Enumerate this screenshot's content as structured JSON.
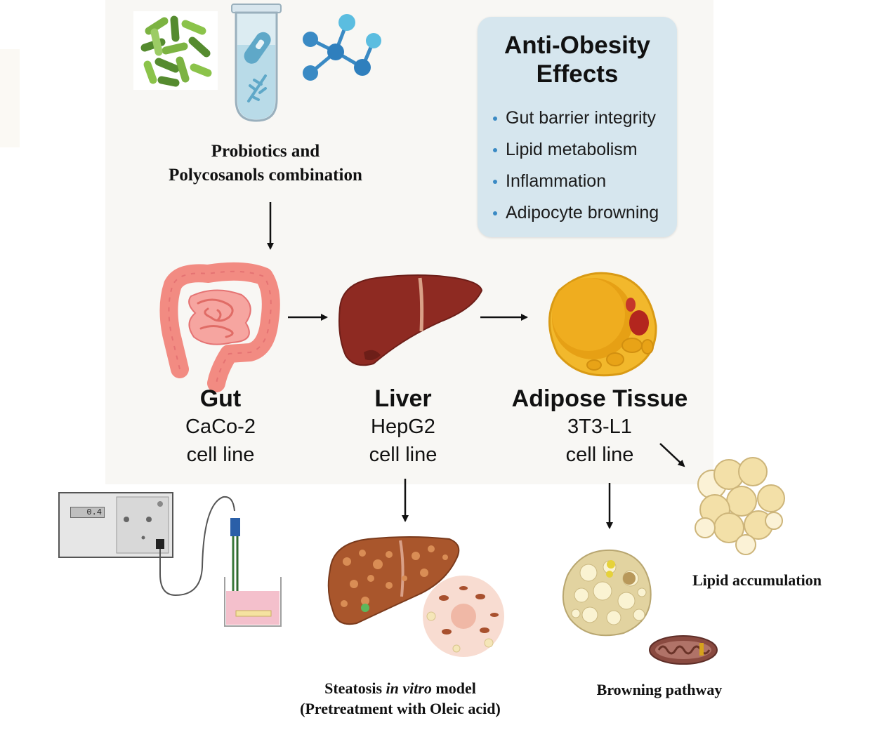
{
  "combination_label": [
    "Probiotics and",
    "Polycosanols combination"
  ],
  "effects": {
    "title": [
      "Anti-Obesity",
      "Effects"
    ],
    "items": [
      "Gut barrier integrity",
      "Lipid metabolism",
      "Inflammation",
      "Adipocyte browning"
    ],
    "bullet_color": "#3a8ac4",
    "box_color": "#d6e6ee"
  },
  "organs": [
    {
      "name": "Gut",
      "cell": "CaCo-2",
      "suffix": "cell line"
    },
    {
      "name": "Liver",
      "cell": "HepG2",
      "suffix": "cell line"
    },
    {
      "name": "Adipose Tissue",
      "cell": "3T3-L1",
      "suffix": "cell line"
    }
  ],
  "models": {
    "steatosis_1": "Steatosis",
    "steatosis_italic": "in vitro",
    "steatosis_2": "model",
    "steatosis_line2": "(Pretreatment with Oleic acid)",
    "browning": "Browning pathway",
    "lipid": "Lipid accumulation"
  },
  "teer_meter": {
    "reading": "0.4"
  },
  "icons": [
    "bacteria-icon",
    "test-tube-icon",
    "molecule-icon",
    "intestine-icon",
    "liver-icon",
    "adipocyte-icon",
    "teer-meter-icon",
    "fatty-liver-icon",
    "brown-adipocyte-icon",
    "mitochondrion-icon",
    "fat-cluster-icon"
  ]
}
